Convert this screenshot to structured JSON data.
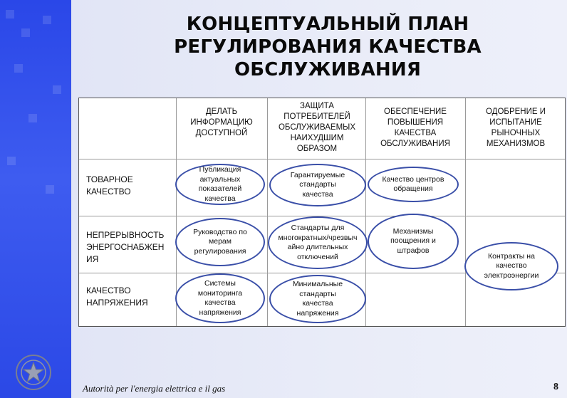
{
  "title": {
    "line1": "КОНЦЕПТУАЛЬНЫЙ ПЛАН",
    "line2": "РЕГУЛИРОВАНИЯ КАЧЕСТВА",
    "line3": "ОБСЛУЖИВАНИЯ"
  },
  "columns": [
    "ДЕЛАТЬ\nИНФОРМАЦИЮ\nДОСТУПНОЙ",
    "ЗАЩИТА\nПОТРЕБИТЕЛЕЙ\nОБСЛУЖИВАЕМЫХ\nНАИХУДШИМ\nОБРАЗОМ",
    "ОБЕСПЕЧЕНИЕ\nПОВЫШЕНИЯ\nКАЧЕСТВА\nОБСЛУЖИВАНИЯ",
    "ОДОБРЕНИЕ И\nИСПЫТАНИЕ\nРЫНОЧНЫХ\nМЕХАНИЗМОВ"
  ],
  "rows": [
    "ТОВАРНОЕ\nКАЧЕСТВО",
    "НЕПРЕРЫВНОСТЬ\nЭНЕРГОСНАБЖЕН\nИЯ",
    "КАЧЕСТВО\nНАПРЯЖЕНИЯ"
  ],
  "cells": {
    "publication": "Публикация\nактуальных\nпоказателей\nкачества",
    "guaranteed_standards": "Гарантируемые\nстандарты\nкачества",
    "service_centers": "Качество центров\nобращения",
    "regulation_guide": "Руководство по\nмерам\nрегулирования",
    "interruption_standards": "Стандарты для\nмногократных/чрезвыч\nайно длительных\nотключений",
    "incentives": "Механизмы\nпоощрения и\nштрафов",
    "contracts": "Контракты   на\nкачество\nэлектроэнергии",
    "monitoring": "Системы\nмониторинга\nкачества\nнапряжения",
    "minimum_standards": "Минимальные\nстандарты\nкачества\nнапряжения"
  },
  "footer": "Autorità per l'energia elettrica e il gas",
  "page_number": "8",
  "colors": {
    "sidebar": "#2a47e8",
    "ellipse_border": "#3a4fa8",
    "background": "#e6e9f7"
  },
  "icons": {
    "emblem": "italian-republic-emblem-icon"
  }
}
